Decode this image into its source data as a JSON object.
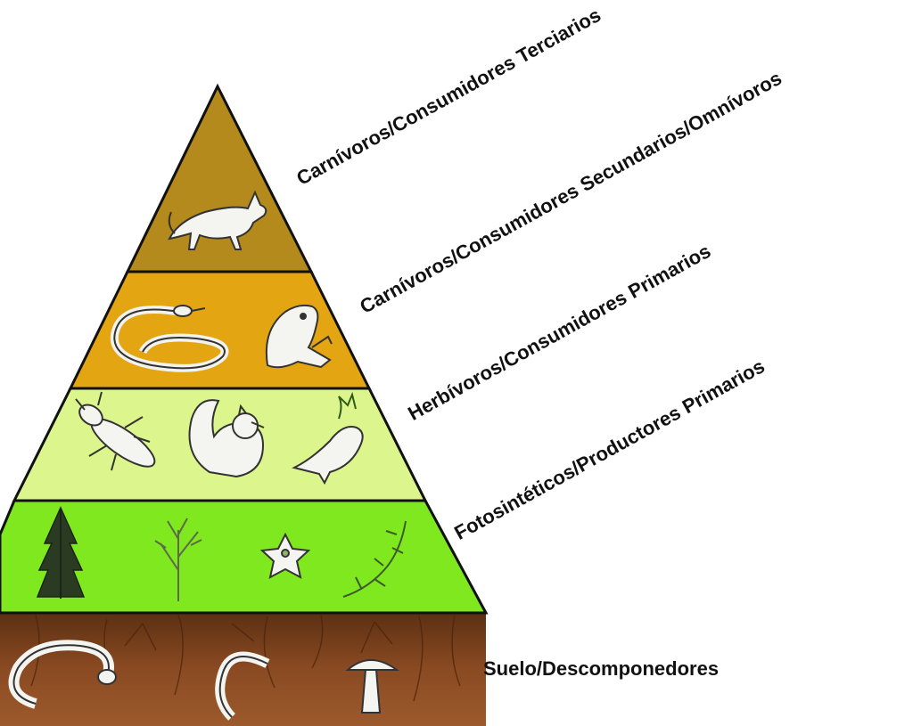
{
  "levels": [
    {
      "label": "Carnívoros/Consumidores Terciarios",
      "color": "#b58a1c"
    },
    {
      "label": "Carnívoros/Consumidores Secundarios/Omnívoros",
      "color": "#e3a512"
    },
    {
      "label": "Herbívoros/Consumidores Primarios",
      "color": "#dcf58c"
    },
    {
      "label": "Fotosintéticos/Productores Primarios",
      "color": "#7fe81e"
    }
  ],
  "soil": {
    "label": "Suelo/Descomponedores",
    "color": "#8a4a22"
  },
  "icons": {
    "level1": [
      "fox-icon"
    ],
    "level2": [
      "snake-icon",
      "frog-icon"
    ],
    "level3": [
      "beetle-icon",
      "squirrel-icon",
      "bird-icon"
    ],
    "level4": [
      "conifer-tree-icon",
      "bare-tree-icon",
      "flower-icon",
      "vine-plant-icon"
    ],
    "soil": [
      "grub-icon",
      "earthworm-icon",
      "mushroom-icon"
    ]
  }
}
